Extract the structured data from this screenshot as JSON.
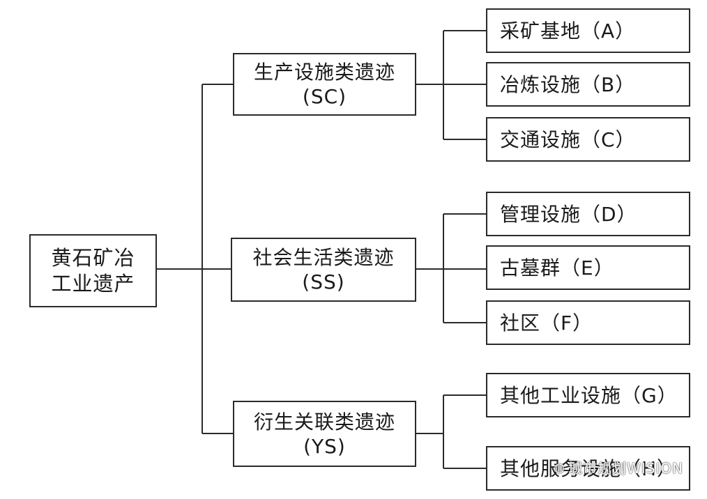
{
  "root": {
    "line1": "黄石矿冶",
    "line2": "工业遗产"
  },
  "categories": [
    {
      "name": "生产设施类遗迹",
      "code": "(SC)"
    },
    {
      "name": "社会生活类遗迹",
      "code": "(SS)"
    },
    {
      "name": "衍生关联类遗迹",
      "code": "(YS)"
    }
  ],
  "leaves": [
    {
      "label": "采矿基地（A）"
    },
    {
      "label": "冶炼设施（B）"
    },
    {
      "label": "交通设施（C）"
    },
    {
      "label": "管理设施（D）"
    },
    {
      "label": "古墓群（E）"
    },
    {
      "label": "社区（F）"
    },
    {
      "label": "其他工业设施（G）"
    },
    {
      "label": "其他服务设施（H）"
    }
  ],
  "watermark": {
    "text": "城市规划WISION",
    "icon": "wechat-icon"
  }
}
